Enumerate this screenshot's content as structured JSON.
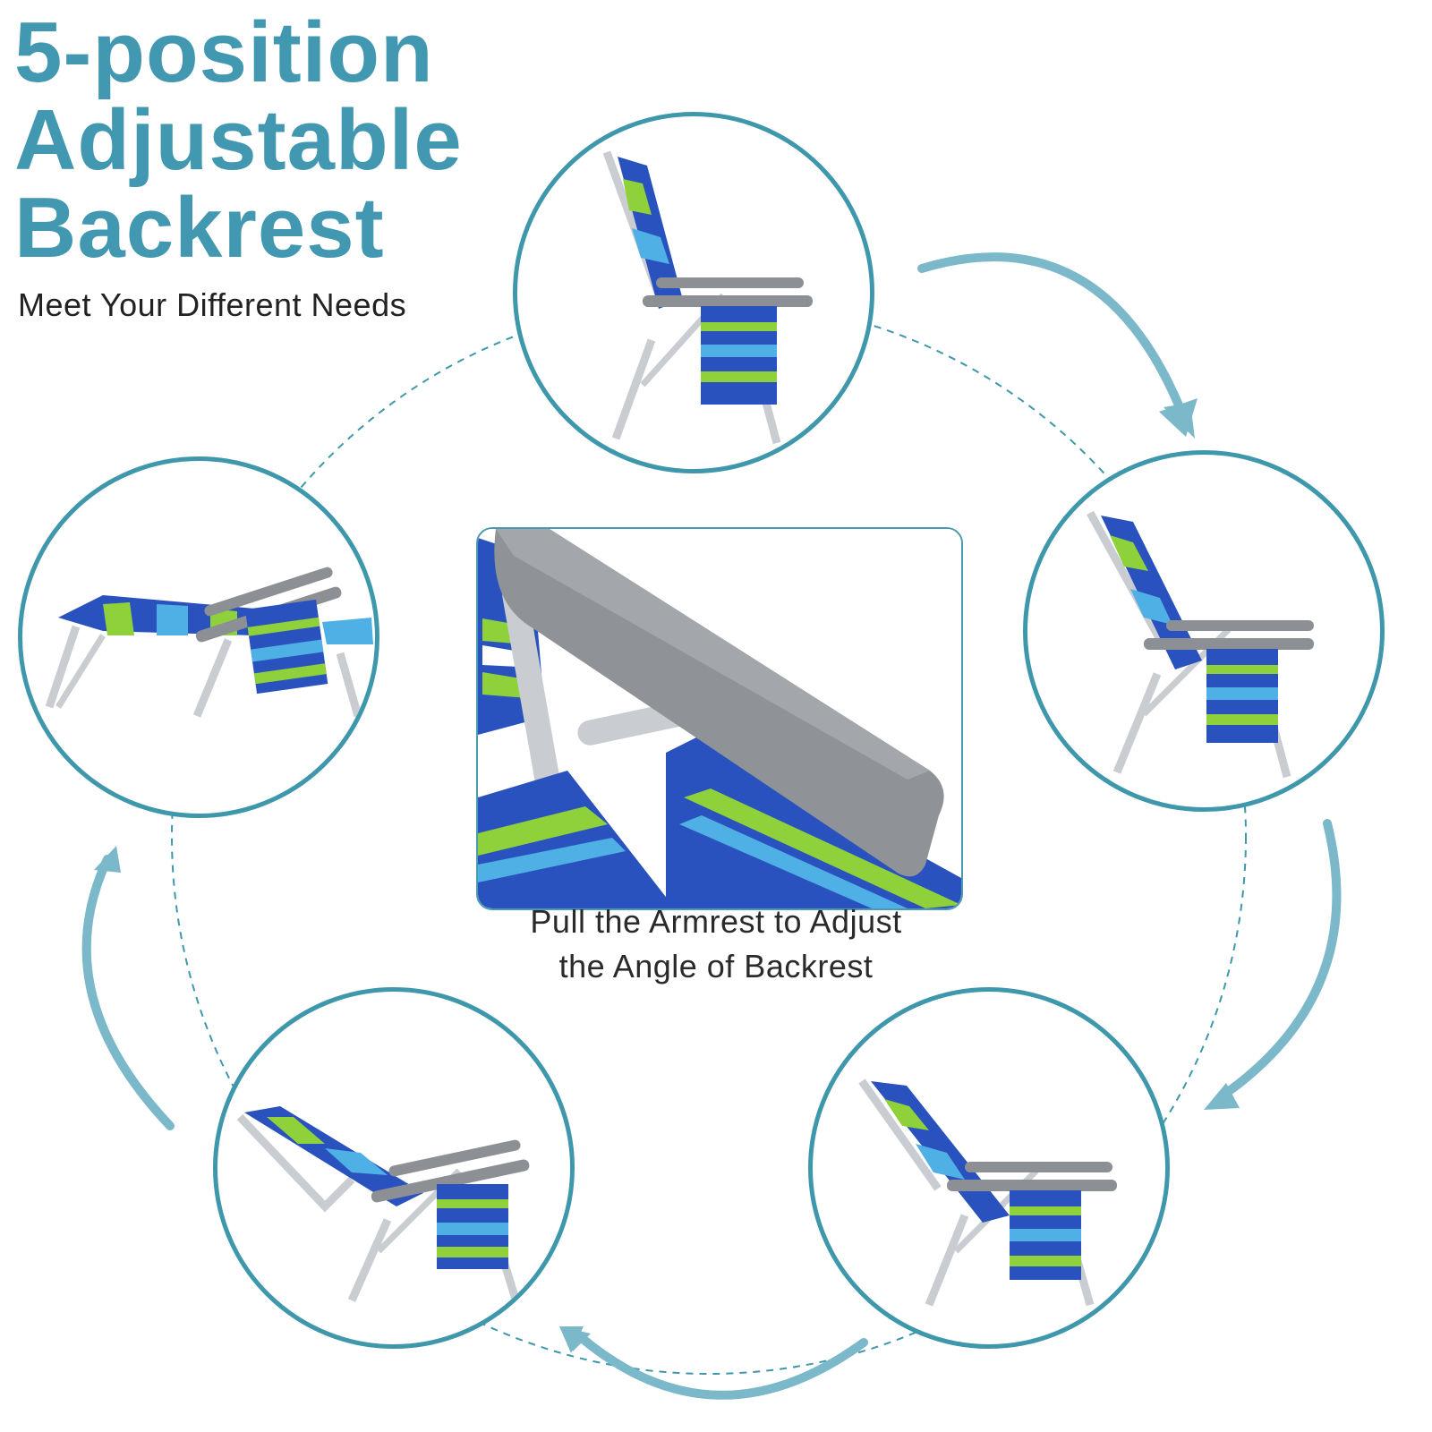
{
  "heading": {
    "lines": [
      "5-position",
      "Adjustable",
      "Backrest"
    ],
    "subtitle": "Meet Your Different Needs",
    "color": "#4298b0"
  },
  "detail": {
    "caption_line1": "Pull the Armrest to Adjust",
    "caption_line2": "the Angle of Backrest",
    "image": "armrest-closeup"
  },
  "positions": [
    {
      "id": 1,
      "label": "upright",
      "image": "chair-upright"
    },
    {
      "id": 2,
      "label": "slight-recline",
      "image": "chair-slight-recline"
    },
    {
      "id": 3,
      "label": "medium-recline",
      "image": "chair-medium-recline"
    },
    {
      "id": 4,
      "label": "deep-recline",
      "image": "chair-deep-recline"
    },
    {
      "id": 5,
      "label": "flat",
      "image": "chair-flat"
    }
  ],
  "colors": {
    "accent": "#3f97ab",
    "arrow": "#7ab8ca",
    "fabric_blue": "#2a52be",
    "fabric_green": "#8ed13a",
    "fabric_light": "#4fb0e6",
    "armrest_gray": "#8c8f94",
    "frame_silver": "#c9ccd0"
  }
}
